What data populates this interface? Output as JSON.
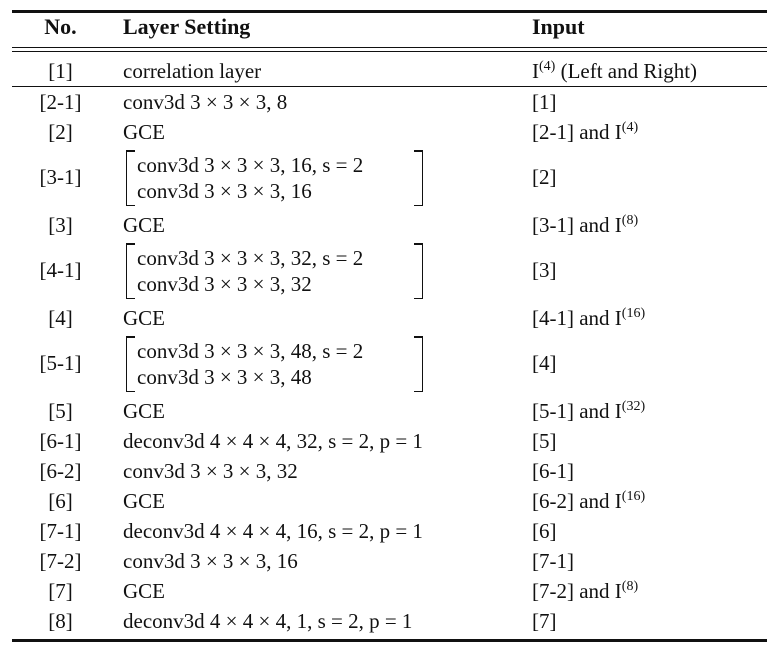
{
  "table": {
    "headers": {
      "no": "No.",
      "layer": "Layer Setting",
      "input": "Input"
    },
    "rows": [
      {
        "no": "[1]",
        "layer": "correlation layer",
        "input_pre": "I",
        "input_sup": "(4)",
        "input_post": " (Left and Right)"
      },
      {
        "no": "[2-1]",
        "layer": "conv3d 3 × 3 × 3, 8",
        "input_pre": "[1]",
        "input_sup": "",
        "input_post": ""
      },
      {
        "no": "[2]",
        "layer": "GCE",
        "input_pre": "[2-1] and I",
        "input_sup": "(4)",
        "input_post": ""
      },
      {
        "no": "[3-1]",
        "layer_line1": "conv3d 3 × 3 × 3, 16, s = 2",
        "layer_line2": "conv3d 3 × 3 × 3, 16",
        "input_pre": "[2]",
        "input_sup": "",
        "input_post": ""
      },
      {
        "no": "[3]",
        "layer": "GCE",
        "input_pre": "[3-1] and I",
        "input_sup": "(8)",
        "input_post": ""
      },
      {
        "no": "[4-1]",
        "layer_line1": "conv3d 3 × 3 × 3, 32, s = 2",
        "layer_line2": "conv3d 3 × 3 × 3, 32",
        "input_pre": "[3]",
        "input_sup": "",
        "input_post": ""
      },
      {
        "no": "[4]",
        "layer": "GCE",
        "input_pre": "[4-1] and I",
        "input_sup": "(16)",
        "input_post": ""
      },
      {
        "no": "[5-1]",
        "layer_line1": "conv3d 3 × 3 × 3, 48, s = 2",
        "layer_line2": "conv3d 3 × 3 × 3, 48",
        "input_pre": "[4]",
        "input_sup": "",
        "input_post": ""
      },
      {
        "no": "[5]",
        "layer": "GCE",
        "input_pre": "[5-1] and I",
        "input_sup": "(32)",
        "input_post": ""
      },
      {
        "no": "[6-1]",
        "layer": "deconv3d 4 × 4 × 4, 32, s = 2, p = 1",
        "input_pre": "[5]",
        "input_sup": "",
        "input_post": ""
      },
      {
        "no": "[6-2]",
        "layer": "conv3d 3 × 3 × 3, 32",
        "input_pre": "[6-1]",
        "input_sup": "",
        "input_post": ""
      },
      {
        "no": "[6]",
        "layer": "GCE",
        "input_pre": "[6-2] and I",
        "input_sup": "(16)",
        "input_post": ""
      },
      {
        "no": "[7-1]",
        "layer": "deconv3d 4 × 4 × 4, 16, s = 2, p = 1",
        "input_pre": "[6]",
        "input_sup": "",
        "input_post": ""
      },
      {
        "no": "[7-2]",
        "layer": "conv3d 3 × 3 × 3, 16",
        "input_pre": "[7-1]",
        "input_sup": "",
        "input_post": ""
      },
      {
        "no": "[7]",
        "layer": "GCE",
        "input_pre": "[7-2] and I",
        "input_sup": "(8)",
        "input_post": ""
      },
      {
        "no": "[8]",
        "layer": "deconv3d 4 × 4 × 4, 1, s = 2, p = 1",
        "input_pre": "[7]",
        "input_sup": "",
        "input_post": ""
      }
    ]
  }
}
